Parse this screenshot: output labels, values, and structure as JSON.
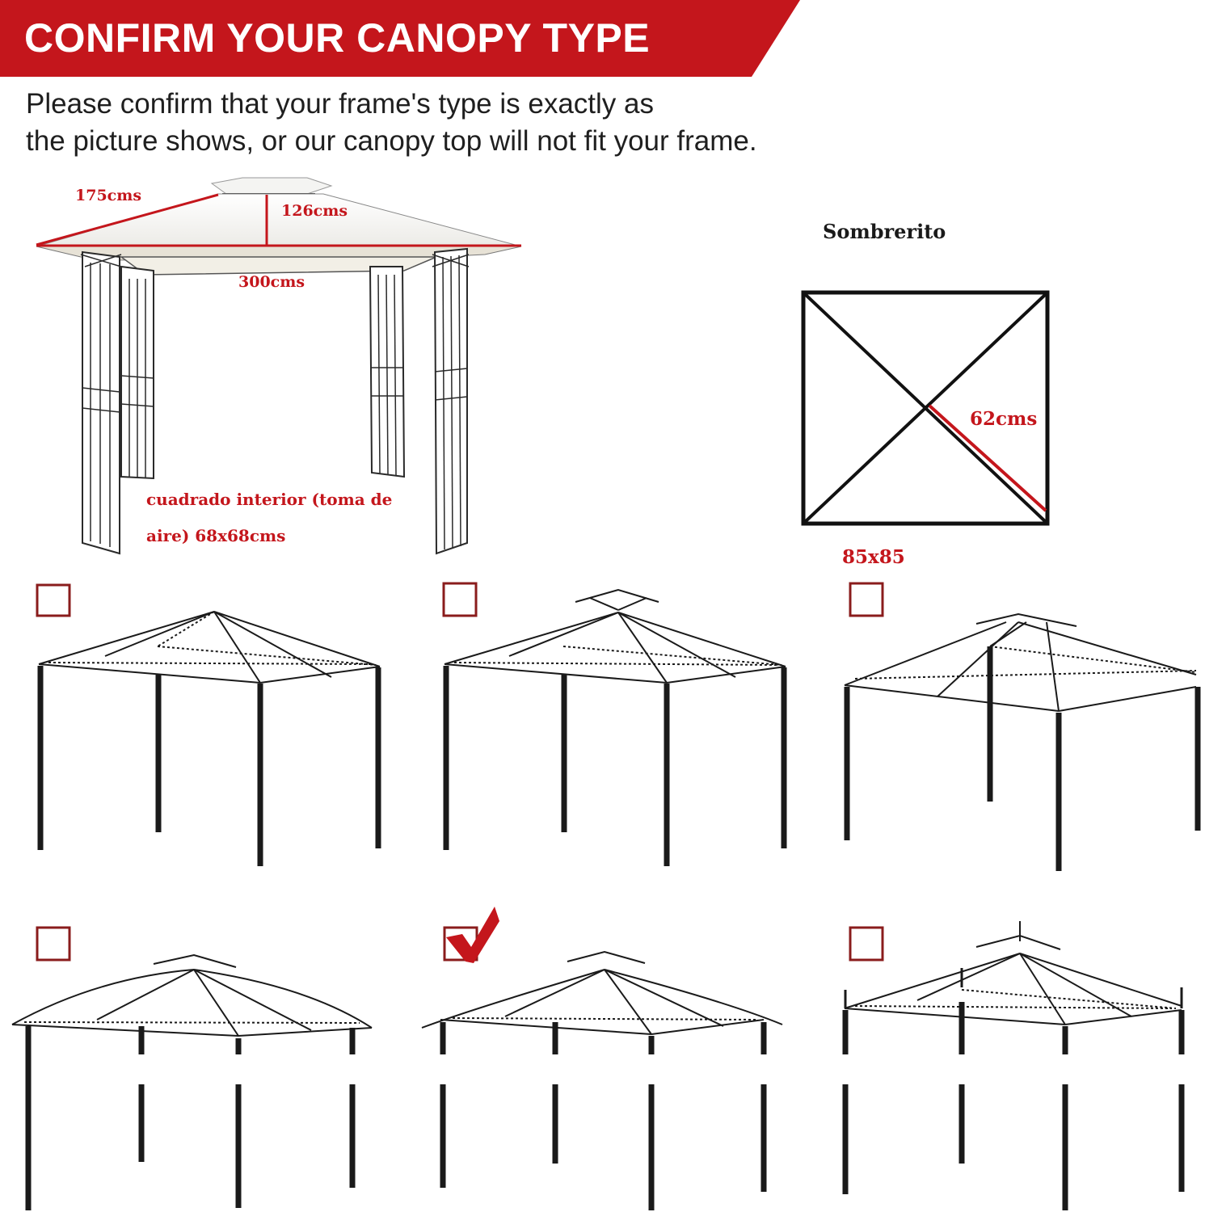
{
  "header": {
    "title": "CONFIRM YOUR CANOPY TYPE",
    "banner_color": "#c4161c"
  },
  "intro": {
    "line1": "Please confirm that your frame's type is exactly as",
    "line2": "the picture shows, or our canopy top will not fit your frame."
  },
  "reference_gazebo": {
    "label_slope": "175cms",
    "label_height": "126cms",
    "label_width": "300cms",
    "label_inner_line1": "cuadrado interior (toma de",
    "label_inner_line2": "aire) 68x68cms"
  },
  "sombrerito": {
    "title": "Sombrerito",
    "label_half_diagonal": "62cms",
    "label_size": "85x85"
  },
  "frame_options": [
    {
      "id": "single-tier-flat",
      "checked": false
    },
    {
      "id": "double-tier-flat",
      "checked": false
    },
    {
      "id": "double-tier-wide",
      "checked": false
    },
    {
      "id": "double-tier-curved",
      "checked": false
    },
    {
      "id": "double-tier-curved-eaves",
      "checked": true
    },
    {
      "id": "double-tier-finials",
      "checked": false
    }
  ],
  "colors": {
    "accent_red": "#c4161c",
    "frame_dark": "#1a1a1a",
    "canopy_fill": "#ffffff",
    "canopy_shade": "#e7e2d6"
  }
}
